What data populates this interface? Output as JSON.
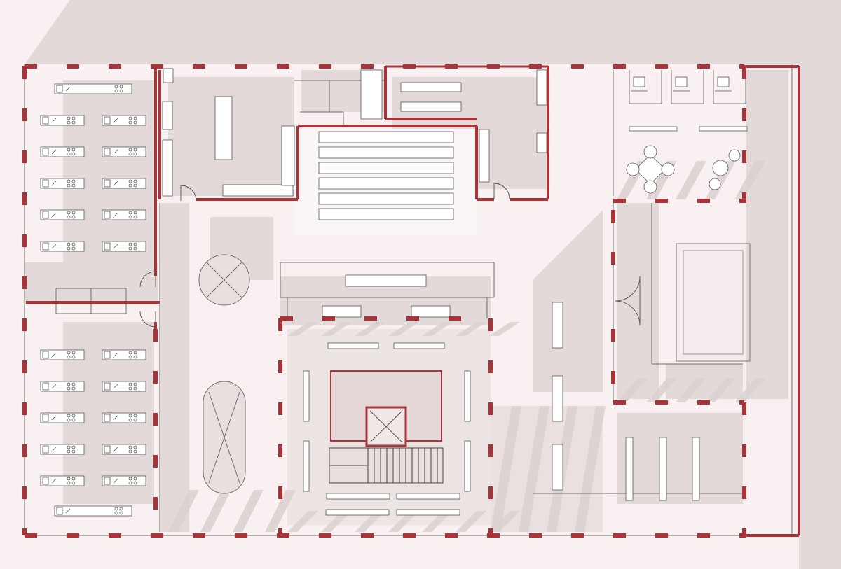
{
  "colors": {
    "background": "#f9f1f1",
    "shadow": "#e4d9d9",
    "wall": "#a8343a",
    "line": "#6e6e6e",
    "fixture_fill": "#ffffff"
  },
  "rooms": [
    "teaching-kitchen-north",
    "teaching-kitchen-south",
    "prep-kitchen",
    "auditorium-seating",
    "service-kitchen",
    "lounge-seating",
    "exhibition-hall",
    "central-stair-core",
    "courtyard-pool",
    "storage-racks"
  ],
  "icons": [
    "kitchen-station-icon",
    "chair-icon",
    "round-table-icon",
    "elevator-icon",
    "stair-icon",
    "door-swing-icon"
  ]
}
